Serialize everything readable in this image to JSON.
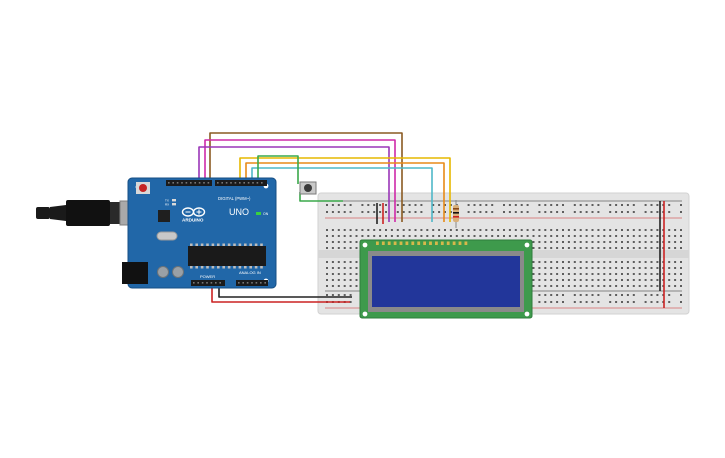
{
  "board": {
    "brand": "ARDUINO",
    "model": "UNO",
    "digital_label": "DIGITAL (PWM~)",
    "power_label": "POWER",
    "analog_label": "ANALOG IN",
    "tx_label": "TX",
    "rx_label": "RX",
    "on_label": "ON"
  },
  "components": {
    "button": "pushbutton",
    "resistor": "resistor",
    "lcd": "16x2 LCD"
  },
  "colors": {
    "board": "#2167a8",
    "board_dark": "#174f85",
    "breadboard": "#e4e4e4",
    "lcd_pcb": "#3e9a4c",
    "lcd_screen": "#22369a",
    "rail_red": "#cc2222",
    "rail_black": "#222222",
    "wire_brown": "#8a5a22",
    "wire_magenta": "#cf2aa9",
    "wire_purple": "#9a36b8",
    "wire_yellow": "#e6b800",
    "wire_orange": "#e88a18",
    "wire_cyan": "#4fb8c8",
    "wire_green": "#3aa84a",
    "wire_red": "#cc2222"
  }
}
